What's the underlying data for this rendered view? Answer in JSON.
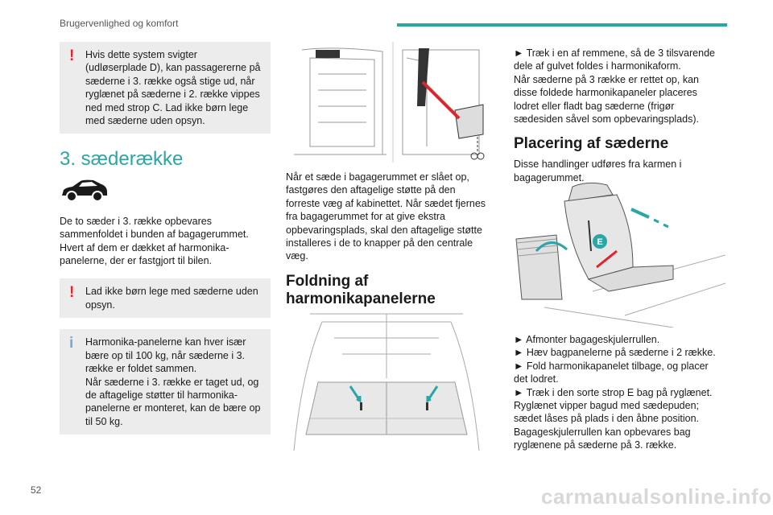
{
  "header": {
    "title": "Brugervenlighed og komfort"
  },
  "footer": {
    "page_number": "52",
    "watermark": "carmanualsonline.info"
  },
  "col1": {
    "warning1": "Hvis dette system svigter (udløserplade D), kan passagererne på sæderne i 3. række også stige ud, når ryglænet på sæderne i 2. række vippes ned med strop C. Lad ikke børn lege med sæderne uden opsyn.",
    "section_title": "3. sæderække",
    "intro": "De to sæder i 3. række opbevares sammenfoldet i bunden af bagagerummet. Hvert af dem er dækket af harmonika-panelerne, der er fastgjort til bilen.",
    "warning2": "Lad ikke børn lege med sæderne uden opsyn.",
    "info_p1": "Harmonika-panelerne kan hver især bære op til 100 kg, når sæderne i 3. række er foldet sammen.",
    "info_p2": "Når sæderne i 3. række er taget ud, og de aftagelige støtter til harmonika-panelerne er monteret, kan de bære op til 50 kg."
  },
  "col2": {
    "para": "Når et sæde i bagagerummet er slået op, fastgøres den aftagelige støtte på den forreste væg af kabinettet. Når sædet fjernes fra bagagerummet for at give ekstra opbevaringsplads, skal den aftagelige støtte installeres i de to knapper på den centrale væg.",
    "heading": "Foldning af harmonikapanelerne"
  },
  "col3": {
    "step1": "► Træk i en af remmene, så de 3 tilsvarende dele af gulvet foldes i harmonikaform.",
    "note1": "Når sæderne på 3 række er rettet op, kan disse foldede harmonikapaneler placeres lodret eller fladt bag sæderne (frigør sædesiden såvel som opbevaringsplads).",
    "heading": "Placering af sæderne",
    "intro": "Disse handlinger udføres fra karmen i bagagerummet.",
    "label_e": "E",
    "step2": "► Afmonter bagageskjulerrullen.",
    "step3": "► Hæv bagpanelerne på sæderne i 2 række.",
    "step4": "► Fold harmonikapanelet tilbage, og placer det lodret.",
    "step5": "► Træk i den sorte strop E bag på ryglænet.",
    "note2": "Ryglænet vipper bagud med sædepuden; sædet låses på plads i den åbne position.",
    "note3": "Bagageskjulerrullen kan opbevares bag ryglænene på sæderne på 3. række."
  }
}
